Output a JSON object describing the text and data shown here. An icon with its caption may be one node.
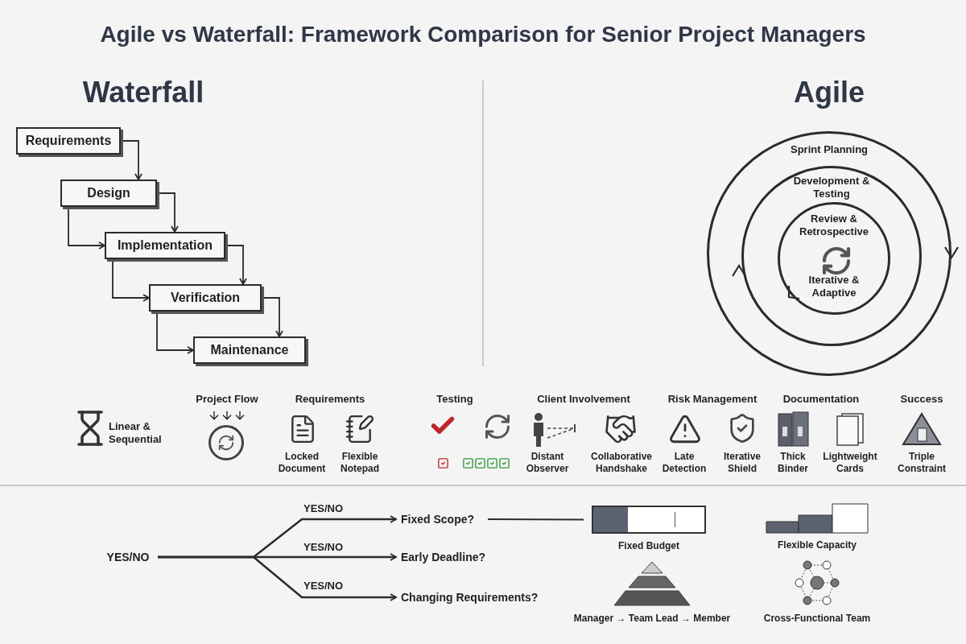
{
  "diagram": {
    "title": "Agile vs Waterfall: Framework Comparison for Senior Project Managers",
    "nodes": [
      {
        "text": [
          "Requirements"
        ]
      },
      {
        "text": [
          "Design"
        ]
      },
      {
        "text": [
          "Implementation"
        ]
      },
      {
        "text": [
          "Verification"
        ]
      },
      {
        "text": [
          "Maintenance"
        ]
      },
      {
        "text": [
          "Sprint Planning"
        ]
      },
      {
        "text": [
          "Development & Testing"
        ],
        "in": 5
      },
      {
        "text": [
          "Review & Retrospective",
          "Iterative & Adaptive"
        ],
        "in": 6
      },
      {
        "text": [
          "YES/NO"
        ]
      },
      {
        "text": [
          "Fixed Scope?"
        ]
      },
      {
        "text": [
          "Early Deadline?"
        ]
      },
      {
        "text": [
          "Changing Requirements?"
        ]
      },
      {
        "text": [],
        "shape": "bar",
        "beside": [
          "Fixed Budget"
        ]
      }
    ],
    "edges": [
      {
        "from": 0,
        "to": 1,
        "arrow": "to"
      },
      {
        "from": 1,
        "to": 2,
        "arrow": "to"
      },
      {
        "from": 1,
        "to": 2,
        "arrow": "to"
      },
      {
        "from": 2,
        "to": 3,
        "arrow": "to"
      },
      {
        "from": 2,
        "to": 3,
        "arrow": "to"
      },
      {
        "from": 3,
        "to": 4,
        "arrow": "to"
      },
      {
        "from": 3,
        "to": 4,
        "arrow": "to"
      },
      {
        "from": 8,
        "to": 9,
        "arrow": "to",
        "label": "YES/NO"
      },
      {
        "from": 8,
        "to": 10,
        "arrow": "to",
        "label": "YES/NO"
      },
      {
        "from": 8,
        "to": 11,
        "arrow": "to",
        "label": "YES/NO"
      },
      {
        "from": 9,
        "to": 12,
        "arrow": "none"
      }
    ],
    "labels": [
      "Waterfall",
      "Agile",
      "Linear & Sequential",
      "Project Flow",
      "Requirements",
      "Testing",
      "Client Involvement",
      "Risk Management",
      "Documentation",
      "Success",
      "Locked Document",
      "Flexible Notepad",
      "Distant Observer",
      "Collaborative Handshake",
      "Late Detection",
      "Iterative Shield",
      "Thick Binder",
      "Lightweight Cards",
      "Triple Constraint",
      "Flexible Capacity",
      "Manager → Team Lead → Member",
      "Cross-Functional Team"
    ]
  }
}
